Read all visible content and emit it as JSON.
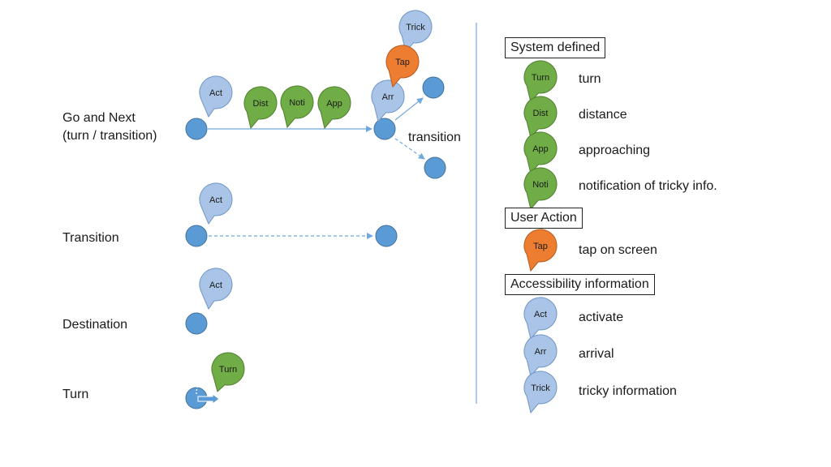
{
  "rows": [
    {
      "id": "go-next",
      "label_line1": "Go and Next",
      "label_line2": "(turn / transition)"
    },
    {
      "id": "transition",
      "label": "Transition"
    },
    {
      "id": "destination",
      "label": "Destination"
    },
    {
      "id": "turn",
      "label": "Turn"
    }
  ],
  "diagram": {
    "transition_label": "transition",
    "bubbles": {
      "act": "Act",
      "dist": "Dist",
      "noti": "Noti",
      "app": "App",
      "arr": "Arr",
      "tap": "Tap",
      "trick": "Trick",
      "turn": "Turn"
    }
  },
  "legend": {
    "system_title": "System defined",
    "user_title": "User Action",
    "access_title": "Accessibility information",
    "items": [
      {
        "bubble": "Turn",
        "desc": "turn",
        "kind": "green"
      },
      {
        "bubble": "Dist",
        "desc": "distance",
        "kind": "green"
      },
      {
        "bubble": "App",
        "desc": "approaching",
        "kind": "green"
      },
      {
        "bubble": "Noti",
        "desc": "notification of tricky info.",
        "kind": "green"
      },
      {
        "bubble": "Tap",
        "desc": "tap on screen",
        "kind": "orange"
      },
      {
        "bubble": "Act",
        "desc": "activate",
        "kind": "light"
      },
      {
        "bubble": "Arr",
        "desc": "arrival",
        "kind": "light"
      },
      {
        "bubble": "Trick",
        "desc": "tricky information",
        "kind": "light"
      }
    ]
  },
  "colors": {
    "node": "#5b9bd5",
    "node_stroke": "#41719c",
    "light": "#a9c4e6",
    "light_stroke": "#6f96c8",
    "green": "#70ad47",
    "green_stroke": "#4e7f2f",
    "orange": "#ed7d31",
    "orange_stroke": "#b65a1e",
    "line": "#6fa8dc"
  }
}
